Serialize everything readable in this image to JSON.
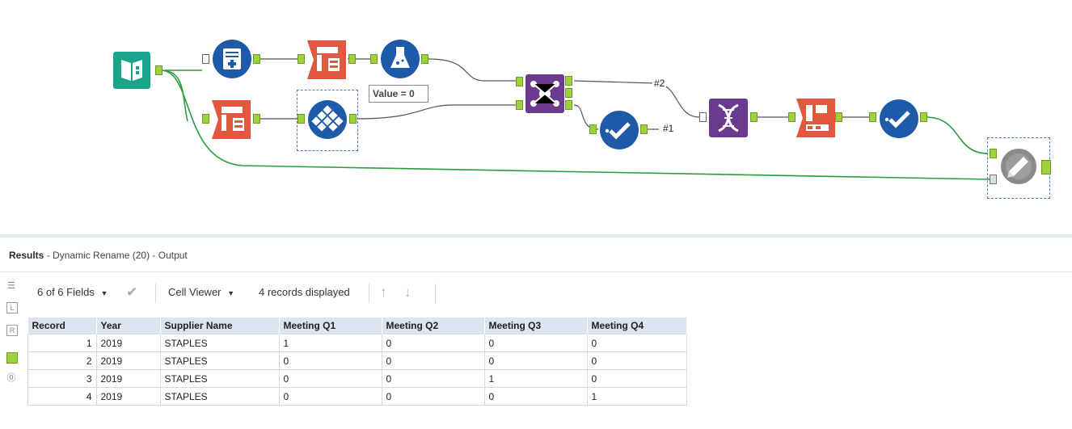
{
  "workflow": {
    "comment_text": "Value = 0",
    "connection_labels": [
      "#2",
      "#1"
    ],
    "tools": [
      {
        "name": "input-data-icon",
        "color": "#1aa58a"
      },
      {
        "name": "formula-icon",
        "color": "#1e5aa8"
      },
      {
        "name": "transpose-icon",
        "color": "#e2583e"
      },
      {
        "name": "filter-icon",
        "color": "#1e5aa8"
      },
      {
        "name": "transpose-icon",
        "color": "#e2583e"
      },
      {
        "name": "multi-row-icon",
        "color": "#1e5aa8"
      },
      {
        "name": "join-icon",
        "color": "#6b3a8e"
      },
      {
        "name": "select-icon",
        "color": "#1e5aa8"
      },
      {
        "name": "dna-icon",
        "color": "#6b3a8e"
      },
      {
        "name": "crosstab-icon",
        "color": "#e2583e"
      },
      {
        "name": "select-icon",
        "color": "#1e5aa8"
      },
      {
        "name": "dynamic-rename-icon",
        "color": "#8a8a8a"
      }
    ]
  },
  "results": {
    "title_bold": "Results",
    "title_rest": " - Dynamic Rename (20) - Output",
    "fields_label": "6 of 6 Fields",
    "viewer_label": "Cell Viewer",
    "records_label": "4 records displayed",
    "columns": [
      "Record",
      "Year",
      "Supplier Name",
      "Meeting Q1",
      "Meeting Q2",
      "Meeting Q3",
      "Meeting Q4"
    ],
    "rows": [
      [
        "1",
        "2019",
        "STAPLES",
        "1",
        "0",
        "0",
        "0"
      ],
      [
        "2",
        "2019",
        "STAPLES",
        "0",
        "0",
        "0",
        "0"
      ],
      [
        "3",
        "2019",
        "STAPLES",
        "0",
        "0",
        "1",
        "0"
      ],
      [
        "4",
        "2019",
        "STAPLES",
        "0",
        "0",
        "0",
        "1"
      ]
    ]
  }
}
